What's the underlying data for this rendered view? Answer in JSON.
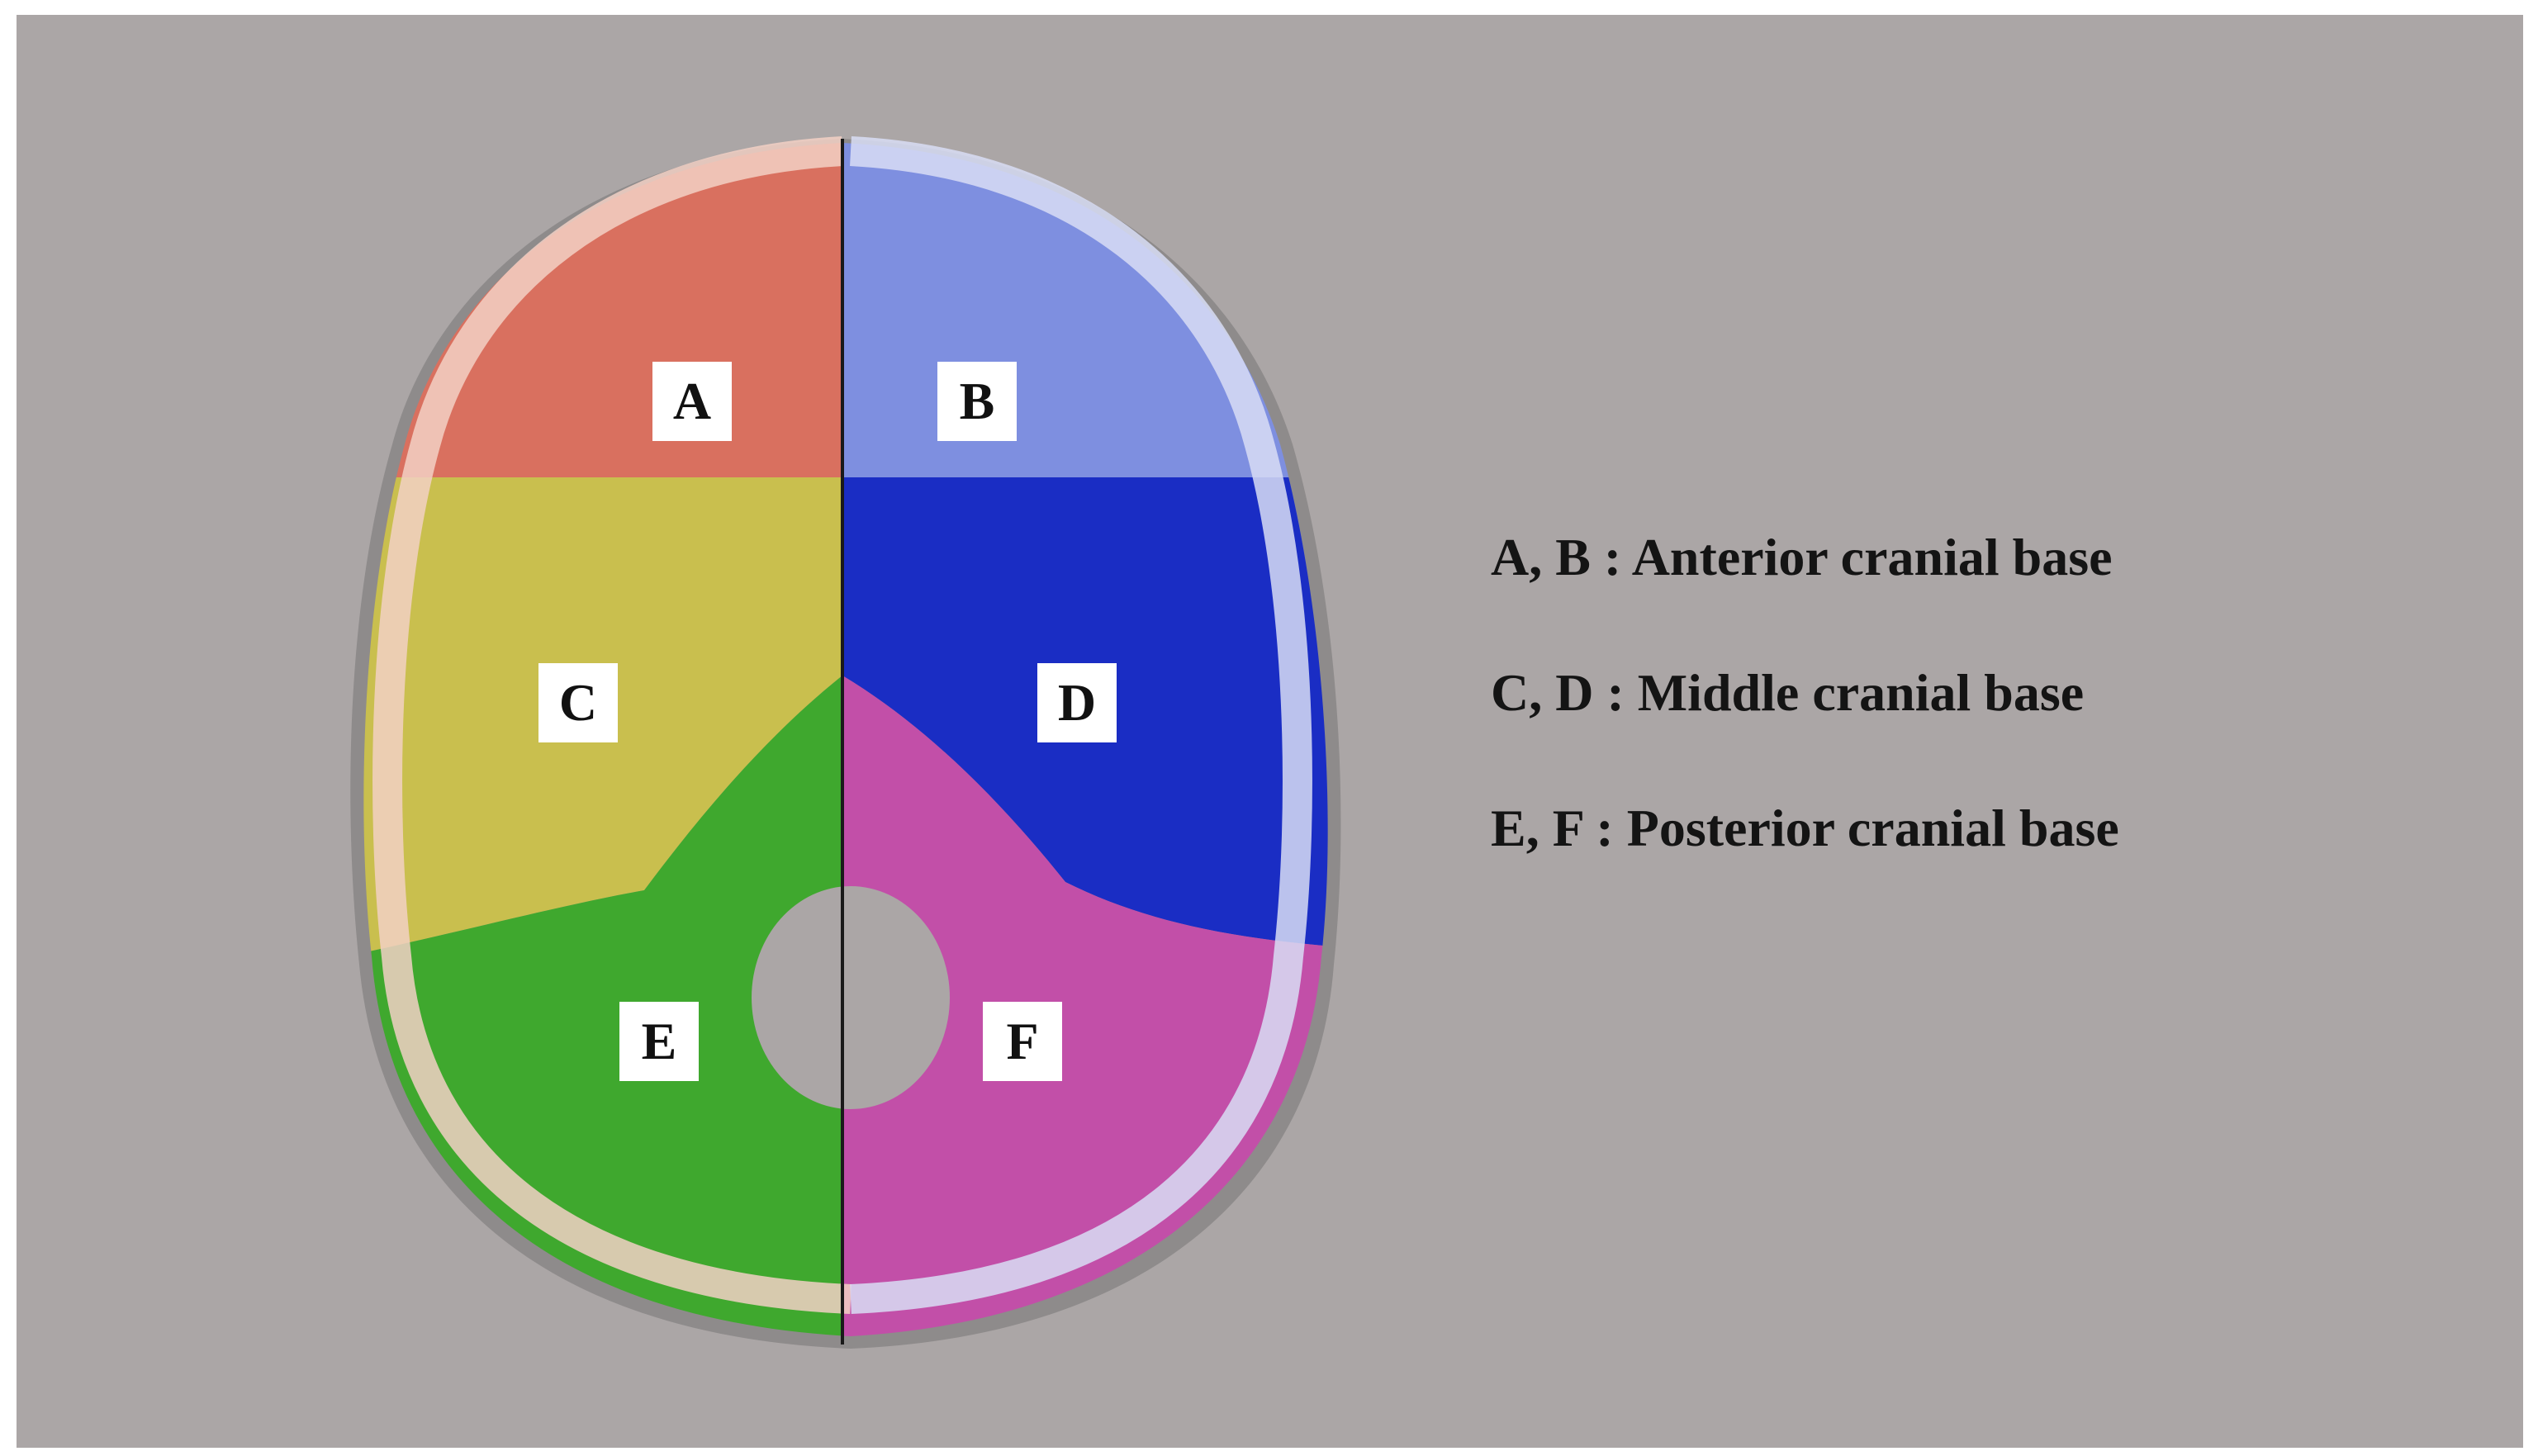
{
  "figure": {
    "background_color": "#aba6a6",
    "subject": "skull-base-superior-view",
    "region_labels": [
      {
        "id": "A",
        "text": "A",
        "color": "#d9705f"
      },
      {
        "id": "B",
        "text": "B",
        "color": "#7e8fe0"
      },
      {
        "id": "C",
        "text": "C",
        "color": "#c9bf4e"
      },
      {
        "id": "D",
        "text": "D",
        "color": "#1a2dc4"
      },
      {
        "id": "E",
        "text": "E",
        "color": "#3fa82e"
      },
      {
        "id": "F",
        "text": "F",
        "color": "#c24fa8"
      }
    ]
  },
  "legend": {
    "items": [
      {
        "text": "A, B : Anterior cranial base"
      },
      {
        "text": "C, D : Middle cranial base"
      },
      {
        "text": "E, F  : Posterior cranial base"
      }
    ]
  }
}
